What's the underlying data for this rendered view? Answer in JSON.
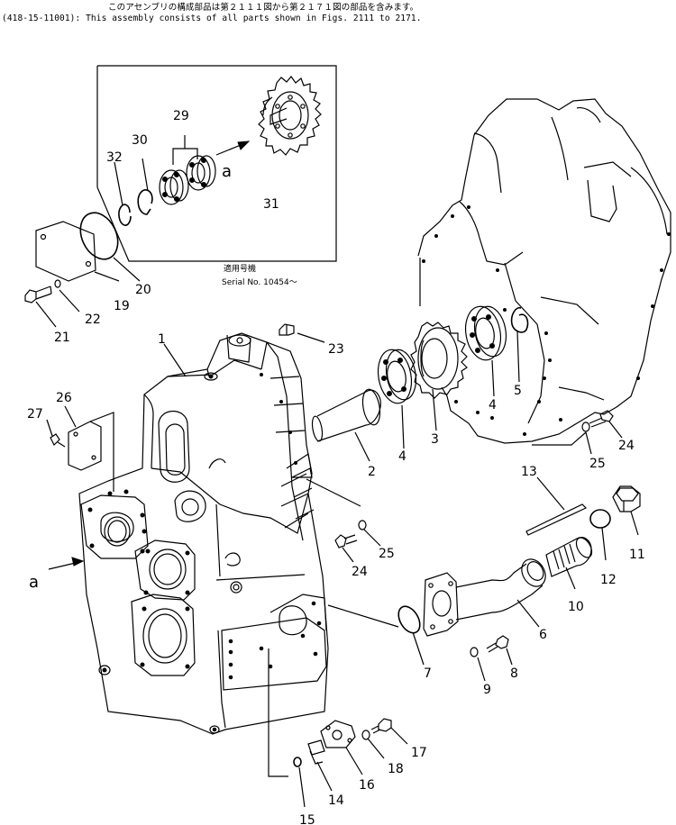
{
  "header": {
    "line_jp": "このアセンブリの構成部品は第２１１１図から第２１７１図の部品を含みます。",
    "line_en": "(418-15-11001): This assembly consists of all parts shown in Figs. 2111 to 2171."
  },
  "inset": {
    "applicability_jp": "適用号機",
    "serial_text": "Serial No. 10454～"
  },
  "view_marks": {
    "inset_arrow": "a",
    "main_arrow": "a"
  },
  "callouts": [
    "1",
    "2",
    "3",
    "4",
    "4",
    "5",
    "6",
    "7",
    "8",
    "9",
    "10",
    "11",
    "12",
    "13",
    "14",
    "15",
    "16",
    "17",
    "18",
    "19",
    "20",
    "21",
    "22",
    "23",
    "24",
    "24",
    "25",
    "25",
    "26",
    "27",
    "29",
    "30",
    "31",
    "32"
  ]
}
